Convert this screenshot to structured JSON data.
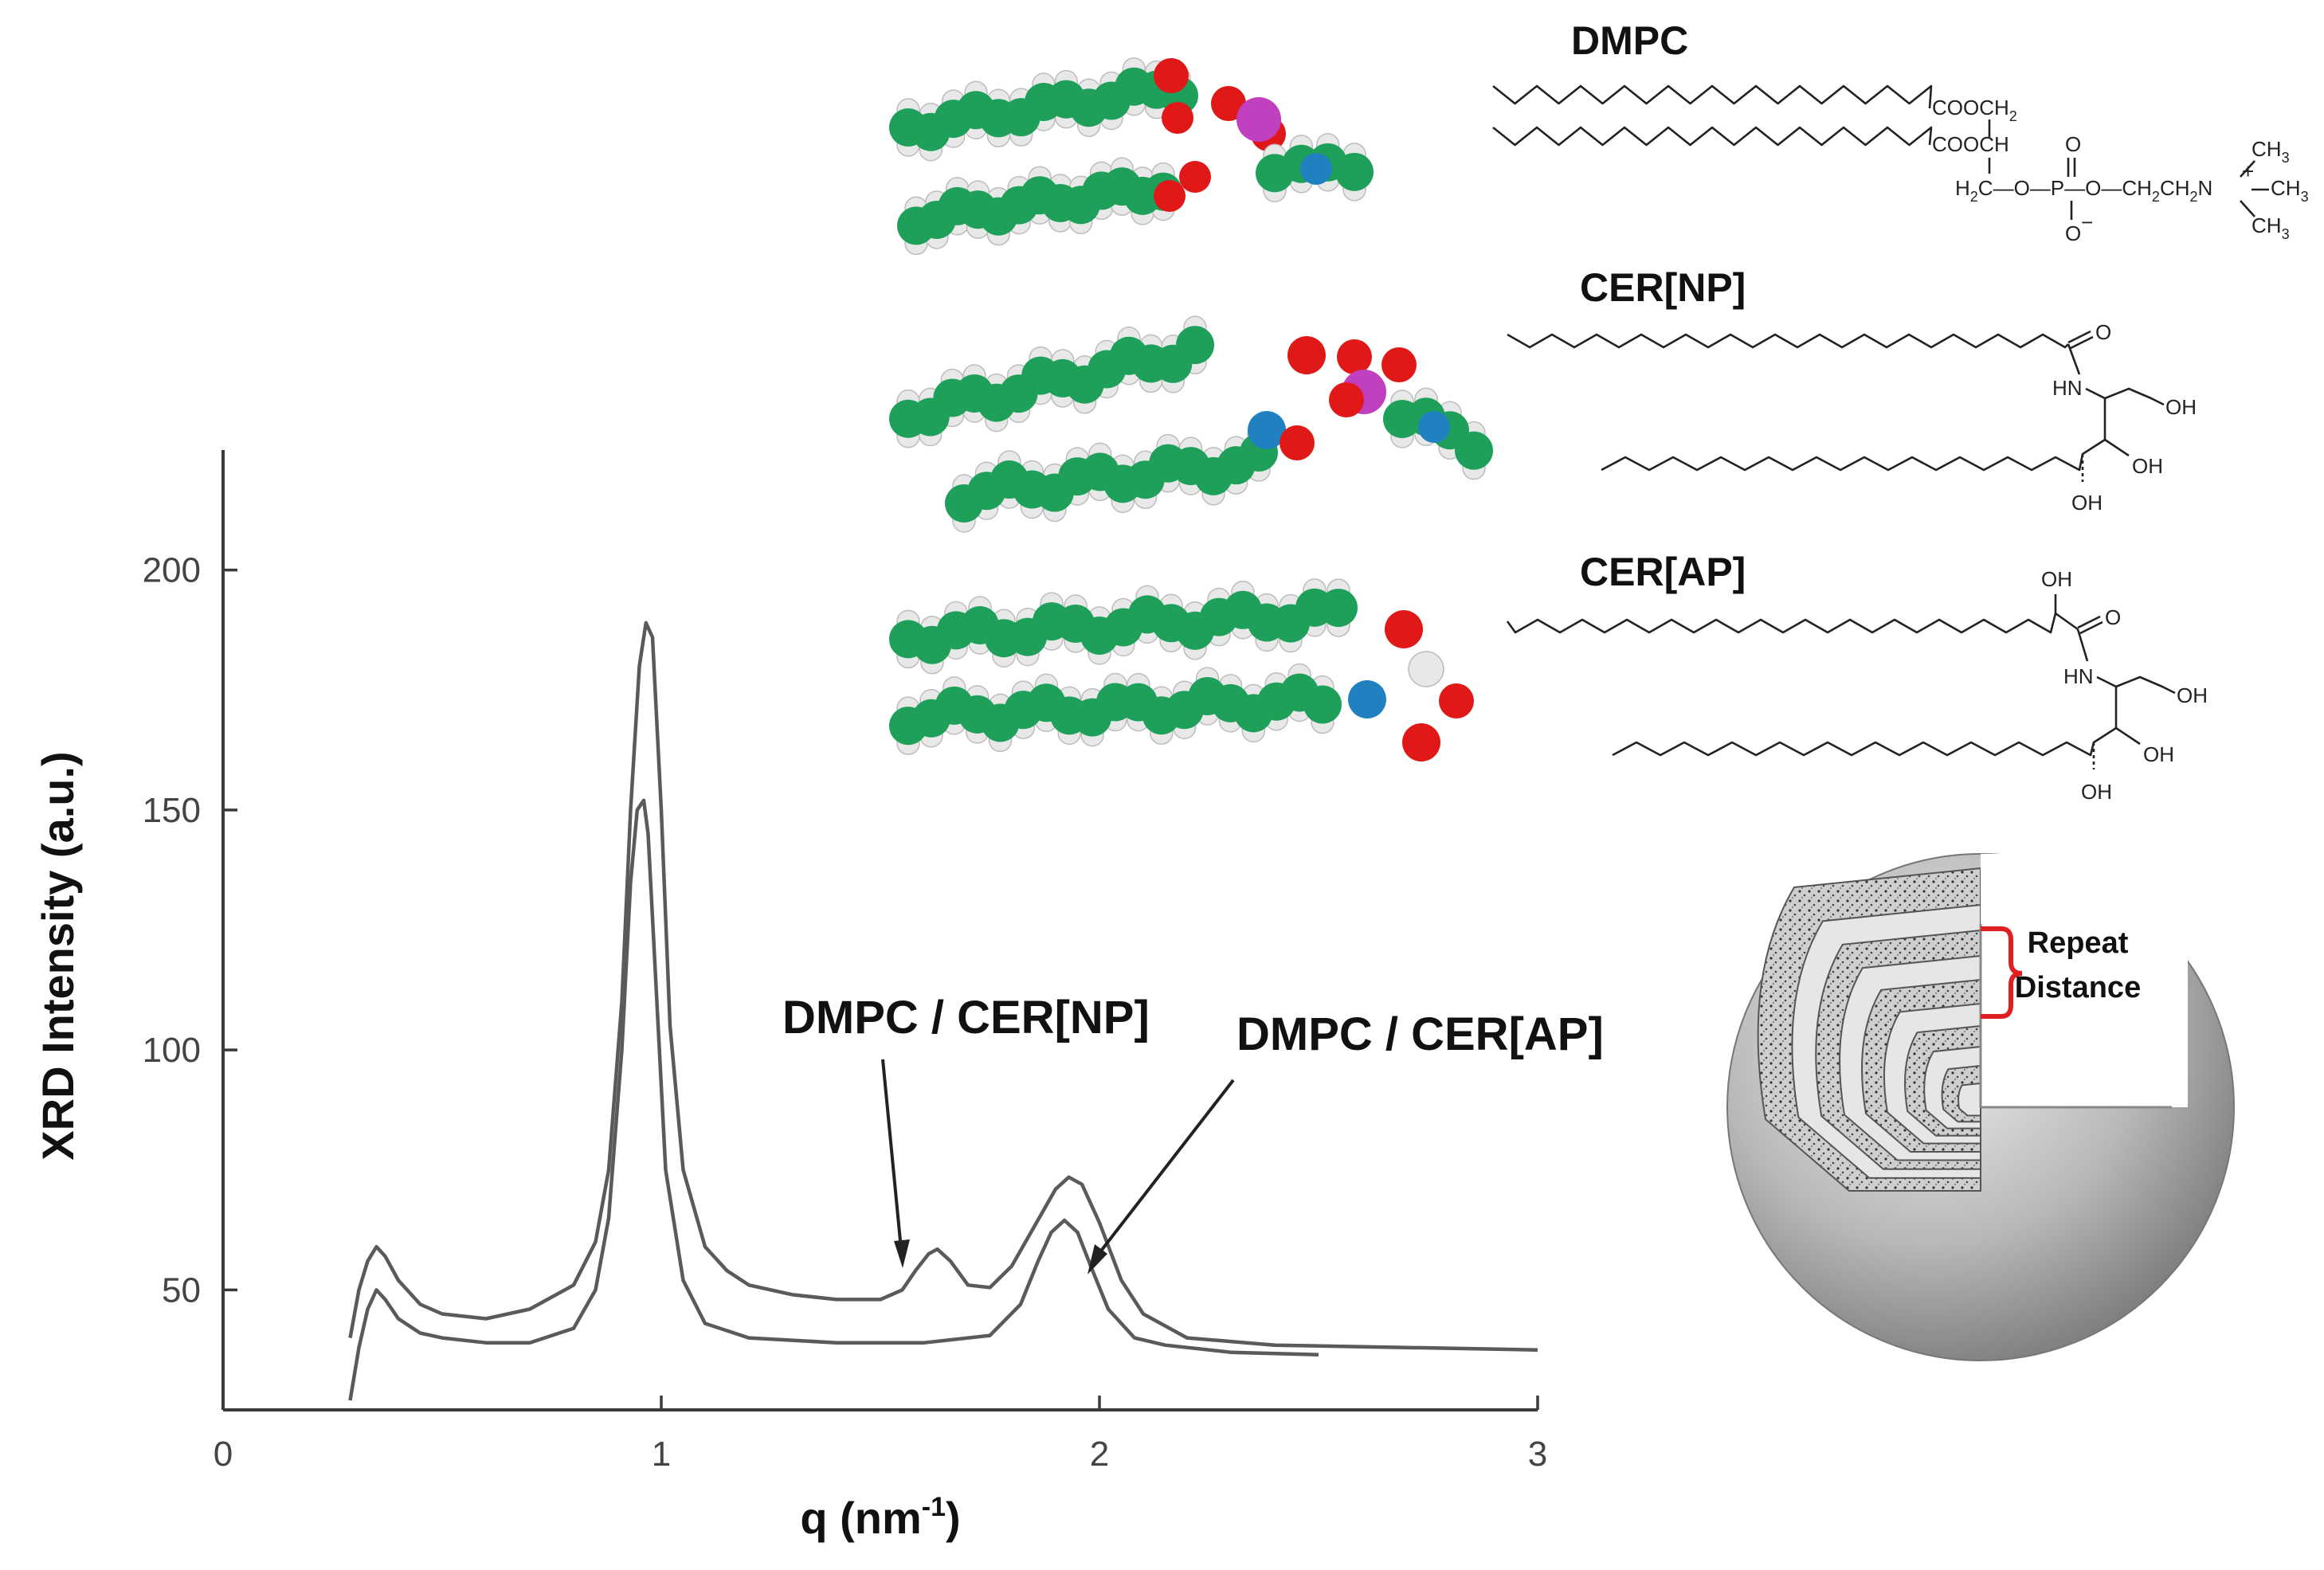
{
  "chart_data": {
    "type": "line",
    "xlabel": "q (nm",
    "xlabel_sup": "-1",
    "xlabel_close": ")",
    "ylabel": "XRD Intensity (a.u.)",
    "xlim": [
      0,
      3
    ],
    "ylim": [
      25,
      225
    ],
    "x_ticks": [
      0,
      1,
      2,
      3
    ],
    "x_tick_labels": [
      "0",
      "1",
      "2",
      "3"
    ],
    "y_ticks": [
      50,
      100,
      150,
      200
    ],
    "y_tick_labels": [
      "50",
      "100",
      "150",
      "200"
    ],
    "grid": false,
    "series": [
      {
        "name": "DMPC / CER[NP]",
        "x": [
          0.29,
          0.31,
          0.33,
          0.35,
          0.37,
          0.4,
          0.45,
          0.5,
          0.6,
          0.7,
          0.8,
          0.85,
          0.88,
          0.91,
          0.93,
          0.95,
          0.965,
          0.98,
          1.0,
          1.02,
          1.05,
          1.1,
          1.15,
          1.2,
          1.3,
          1.4,
          1.5,
          1.55,
          1.58,
          1.61,
          1.63,
          1.66,
          1.7,
          1.75,
          1.8,
          1.85,
          1.9,
          1.93,
          1.96,
          2.0,
          2.05,
          2.1,
          2.2,
          2.4,
          2.7,
          3.0
        ],
        "y": [
          40,
          50,
          56,
          59,
          57,
          52,
          47,
          45,
          44,
          46,
          51,
          60,
          75,
          110,
          150,
          180,
          189,
          186,
          150,
          105,
          75,
          59,
          54,
          51,
          49,
          48,
          48,
          50,
          54,
          57.5,
          58.5,
          56,
          51,
          50.5,
          55,
          63,
          71,
          73.5,
          72,
          64,
          52,
          45,
          40,
          38.5,
          38,
          37.5
        ]
      },
      {
        "name": "DMPC / CER[AP]",
        "x": [
          0.29,
          0.31,
          0.33,
          0.35,
          0.37,
          0.4,
          0.45,
          0.5,
          0.6,
          0.7,
          0.8,
          0.85,
          0.88,
          0.91,
          0.93,
          0.945,
          0.96,
          0.97,
          0.99,
          1.01,
          1.05,
          1.1,
          1.2,
          1.4,
          1.6,
          1.75,
          1.82,
          1.86,
          1.89,
          1.92,
          1.95,
          1.98,
          2.02,
          2.08,
          2.15,
          2.3,
          2.5
        ],
        "y": [
          27,
          38,
          46,
          50,
          48,
          44,
          41,
          40,
          39,
          39,
          42,
          50,
          65,
          100,
          135,
          150,
          152,
          145,
          110,
          75,
          52,
          43,
          40,
          39,
          39,
          40.5,
          47,
          56,
          62,
          64.5,
          62,
          55,
          46,
          40,
          38.5,
          37,
          36.5
        ]
      }
    ],
    "annotations": [
      {
        "text": "DMPC / CER[NP]",
        "target_series": "DMPC / CER[NP]",
        "target_x": 1.57
      },
      {
        "text": "DMPC / CER[AP]",
        "target_series": "DMPC / CER[AP]",
        "target_x": 1.99
      }
    ]
  },
  "molecules": [
    {
      "label": "DMPC"
    },
    {
      "label": "CER[NP]"
    },
    {
      "label": "CER[AP]"
    }
  ],
  "structure_text": {
    "dmpc_ester1": "COOCH",
    "dmpc_ester1_sub": "2",
    "dmpc_ester2": "COOCH",
    "dmpc_ch3_top": "CH",
    "dmpc_ch3_top_sub": "3",
    "dmpc_ch3_right": "CH",
    "dmpc_ch3_right_sub": "3",
    "dmpc_ch3_bottom": "CH",
    "dmpc_ch3_bottom_sub": "3",
    "dmpc_chain_left": "H",
    "dmpc_chain_left_sub": "2",
    "dmpc_chain_c": "C",
    "dmpc_chain_mid": "—O—P—O—CH",
    "dmpc_chain_mid_sub": "2",
    "dmpc_chain_ch2": "CH",
    "dmpc_chain_ch2_sub": "2",
    "dmpc_chain_n": "N",
    "dmpc_n_plus": "+",
    "dmpc_o_top": "O",
    "dmpc_o_bottom": "O",
    "dmpc_o_minus": "−",
    "np_o": "O",
    "np_hn": "HN",
    "np_oh1": "OH",
    "np_oh2": "OH",
    "np_oh3": "OH",
    "ap_oh_top": "OH",
    "ap_o": "O",
    "ap_hn": "HN",
    "ap_oh1": "OH",
    "ap_oh2": "OH",
    "ap_oh3": "OH"
  },
  "schematic": {
    "label_line1": "Repeat",
    "label_line2": "Distance",
    "bracket_color": "#e02020"
  },
  "colors": {
    "carbon": "#1fa05a",
    "hydrogen": "#e8e8e8",
    "oxygen": "#e01818",
    "phosphorus": "#c040c0",
    "nitrogen": "#2080c0"
  }
}
